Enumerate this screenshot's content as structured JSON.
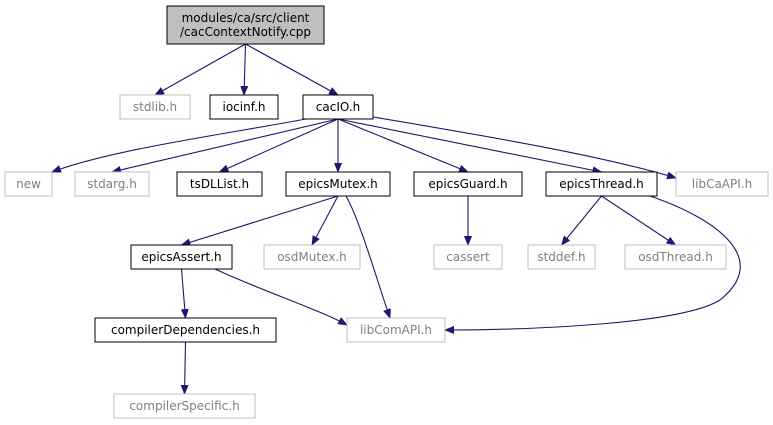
{
  "colors": {
    "edge": "#191970",
    "root_fill": "#bfbfbf",
    "solid_border": "#000000",
    "muted_border": "#bfbfbf",
    "solid_text": "#000000",
    "muted_text": "#808080"
  },
  "nodes": {
    "root": {
      "lines": [
        "modules/ca/src/client",
        "/cacContextNotify.cpp"
      ],
      "style": "root"
    },
    "stdlib": {
      "lines": [
        "stdlib.h"
      ],
      "style": "muted"
    },
    "iocinf": {
      "lines": [
        "iocinf.h"
      ],
      "style": "solid"
    },
    "cacIO": {
      "lines": [
        "cacIO.h"
      ],
      "style": "solid"
    },
    "new": {
      "lines": [
        "new"
      ],
      "style": "muted"
    },
    "stdarg": {
      "lines": [
        "stdarg.h"
      ],
      "style": "muted"
    },
    "tsDLList": {
      "lines": [
        "tsDLList.h"
      ],
      "style": "solid"
    },
    "epicsMutex": {
      "lines": [
        "epicsMutex.h"
      ],
      "style": "solid"
    },
    "epicsGuard": {
      "lines": [
        "epicsGuard.h"
      ],
      "style": "solid"
    },
    "epicsThread": {
      "lines": [
        "epicsThread.h"
      ],
      "style": "solid"
    },
    "libCaAPI": {
      "lines": [
        "libCaAPI.h"
      ],
      "style": "muted"
    },
    "cassert": {
      "lines": [
        "cassert"
      ],
      "style": "muted"
    },
    "stddef": {
      "lines": [
        "stddef.h"
      ],
      "style": "muted"
    },
    "osdThread": {
      "lines": [
        "osdThread.h"
      ],
      "style": "muted"
    },
    "epicsAssert": {
      "lines": [
        "epicsAssert.h"
      ],
      "style": "solid"
    },
    "osdMutex": {
      "lines": [
        "osdMutex.h"
      ],
      "style": "muted"
    },
    "libComAPI": {
      "lines": [
        "libComAPI.h"
      ],
      "style": "muted"
    },
    "compilerDependencies": {
      "lines": [
        "compilerDependencies.h"
      ],
      "style": "solid"
    },
    "compilerSpecific": {
      "lines": [
        "compilerSpecific.h"
      ],
      "style": "muted"
    }
  },
  "edges": [
    [
      "root",
      "stdlib"
    ],
    [
      "root",
      "iocinf"
    ],
    [
      "root",
      "cacIO"
    ],
    [
      "cacIO",
      "new"
    ],
    [
      "cacIO",
      "stdarg"
    ],
    [
      "cacIO",
      "tsDLList"
    ],
    [
      "cacIO",
      "epicsMutex"
    ],
    [
      "cacIO",
      "epicsGuard"
    ],
    [
      "cacIO",
      "epicsThread"
    ],
    [
      "cacIO",
      "libCaAPI"
    ],
    [
      "epicsMutex",
      "epicsAssert"
    ],
    [
      "epicsMutex",
      "osdMutex"
    ],
    [
      "epicsMutex",
      "libComAPI"
    ],
    [
      "epicsGuard",
      "cassert"
    ],
    [
      "epicsThread",
      "stddef"
    ],
    [
      "epicsThread",
      "osdThread"
    ],
    [
      "epicsThread",
      "libComAPI"
    ],
    [
      "epicsAssert",
      "compilerDependencies"
    ],
    [
      "epicsAssert",
      "libComAPI"
    ],
    [
      "compilerDependencies",
      "compilerSpecific"
    ]
  ]
}
